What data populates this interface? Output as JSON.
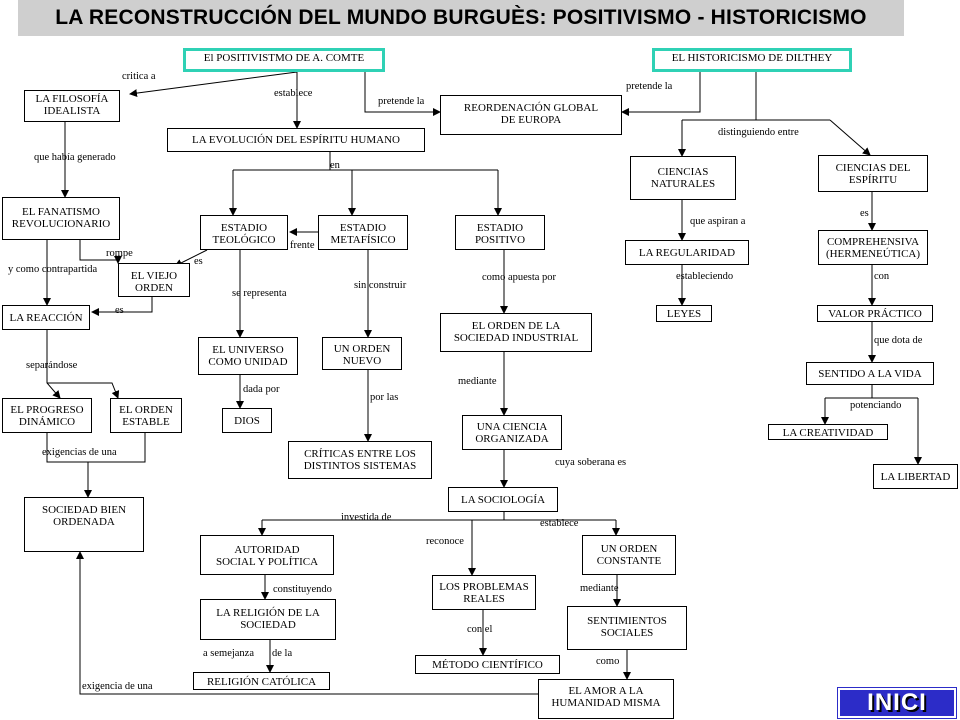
{
  "title": "LA RECONSTRUCCIÓN DEL MUNDO BURGUÈS: POSITIVISMO - HISTORICISMO",
  "nav": {
    "inici_label": "INICI"
  },
  "colors": {
    "root_border": "#2fd1b5",
    "title_bg": "#cfcfcf",
    "inici_bg": "#2c2cc8"
  },
  "nodes": {
    "comte": "El POSITIVISTMO DE A. COMTE",
    "dilthey": "EL HISTORICISMO DE DILTHEY",
    "filosofia": "LA FILOSOFÍA\nIDEALISTA",
    "reordenacion": "REORDENACIÓN GLOBAL\nDE EUROPA",
    "evolucion": "LA EVOLUCIÓN DEL ESPÍRITU HUMANO",
    "fanatismo": "EL FANATISMO\nREVOLUCIONARIO",
    "teologico": "ESTADIO\nTEOLÓGICO",
    "metafisico": "ESTADIO\nMETAFÍSICO",
    "positivo": "ESTADIO\nPOSITIVO",
    "viejo_orden": "EL VIEJO\nORDEN",
    "reaccion": "LA REACCIÓN",
    "universo": "EL UNIVERSO\nCOMO UNIDAD",
    "orden_nuevo": "UN ORDEN\nNUEVO",
    "orden_industrial": "EL ORDEN DE LA\nSOCIEDAD INDUSTRIAL",
    "progreso": "EL PROGRESO\nDINÁMICO",
    "orden_estable": "EL ORDEN\nESTABLE",
    "dios": "DIOS",
    "criticas": "CRÍTICAS ENTRE LOS\nDISTINTOS SISTEMAS",
    "ciencia_org": "UNA CIENCIA\nORGANIZADA",
    "sociedad_bien": "SOCIEDAD BIEN\nORDENADA",
    "sociologia": "LA SOCIOLOGÍA",
    "autoridad": "AUTORIDAD\nSOCIAL Y POLÍTICA",
    "problemas": "LOS PROBLEMAS\nREALES",
    "orden_constante": "UN ORDEN\nCONSTANTE",
    "religion_sociedad": "LA RELIGIÓN DE LA\nSOCIEDAD",
    "sentimientos": "SENTIMIENTOS\nSOCIALES",
    "metodo": "MÉTODO CIENTÍFICO",
    "religion_catolica": "RELIGIÓN CATÓLICA",
    "amor": "EL AMOR A LA\nHUMANIDAD MISMA",
    "ciencias_nat": "CIENCIAS\nNATURALES",
    "ciencias_esp": "CIENCIAS DEL\nESPÍRITU",
    "regularidad": "LA REGULARIDAD",
    "comprensiva": "COMPREHENSIVA\n(HERMENEÚTICA)",
    "leyes": "LEYES",
    "valor": "VALOR PRÁCTICO",
    "sentido": "SENTIDO A LA VIDA",
    "creatividad": "LA CREATIVIDAD",
    "libertad": "LA LIBERTAD"
  },
  "labels": {
    "critica_a": "critica  a",
    "establece": "establece",
    "pretende_la_1": "pretende la",
    "pretende_la_2": "pretende la",
    "que_habia": "que había generado",
    "en": "en",
    "rompe": "rompe",
    "y_como": "y como contrapartida",
    "es_1": "es",
    "frente": "frente",
    "es_2": "es",
    "se_representa": "se representa",
    "sin_construir": "sin construir",
    "como_apuesta": "como apuesta por",
    "separandose": "separándose",
    "dada_por": "dada por",
    "por_las": "por las",
    "mediante_1": "mediante",
    "exigencias": "exigencias  de una",
    "cuya_soberana": "cuya soberana es",
    "investida": "investida de",
    "reconoce": "reconoce",
    "establece_2": "establece",
    "constituyendo": "constituyendo",
    "mediante_2": "mediante",
    "con_el": "con el",
    "a_semejanza": "a semejanza",
    "de_la": "de la",
    "como": "como",
    "exigencia": "exigencia  de una",
    "distinguiendo": "distinguiendo  entre",
    "que_aspiran": "que aspiran a",
    "es_3": "es",
    "estableciendo": "estableciendo",
    "con": "con",
    "que_dota": "que dota de",
    "potenciando": "potenciando"
  }
}
